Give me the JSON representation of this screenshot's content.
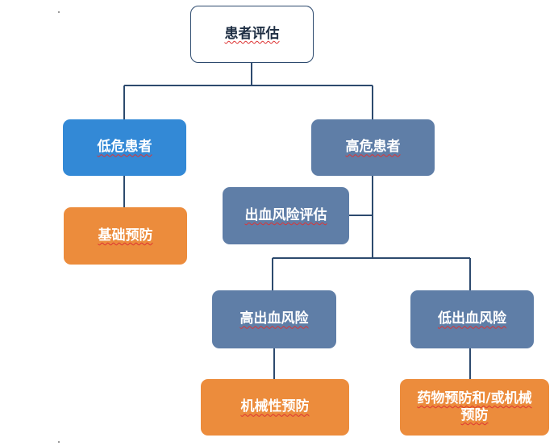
{
  "diagram": {
    "nodes": {
      "root": "患者评估",
      "low_risk": "低危患者",
      "high_risk": "高危患者",
      "basic_prevention": "基础预防",
      "bleeding_assessment": "出血风险评估",
      "high_bleeding": "高出血风险",
      "low_bleeding": "低出血风险",
      "mechanical_prevention": "机械性预防",
      "drug_or_mechanical": "药物预防和/或机械预防"
    },
    "colors": {
      "root_border": "#2d4a6e",
      "blue": "#3389d6",
      "slate": "#5f7ea7",
      "orange": "#ec8c3c",
      "connector": "#2d4a6e"
    }
  }
}
